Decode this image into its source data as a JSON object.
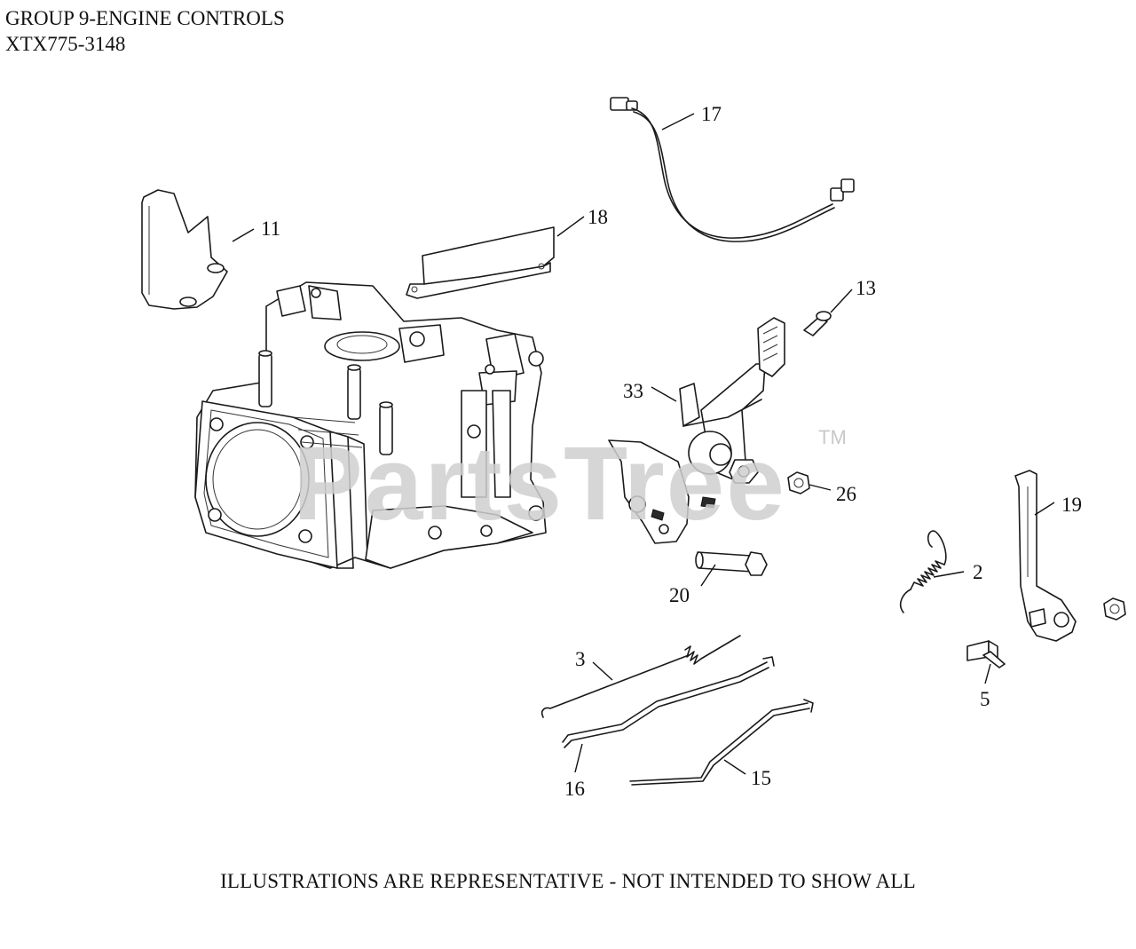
{
  "header": {
    "group_title": "GROUP 9-ENGINE CONTROLS",
    "model_number": "XTX775-3148"
  },
  "watermark": {
    "brand": "PartsTree",
    "trademark": "TM"
  },
  "callouts": [
    "17",
    "11",
    "18",
    "13",
    "33",
    "26",
    "19",
    "2",
    "20",
    "3",
    "5",
    "16",
    "15"
  ],
  "footer": {
    "disclaimer": "ILLUSTRATIONS ARE REPRESENTATIVE - NOT INTENDED TO SHOW ALL"
  }
}
